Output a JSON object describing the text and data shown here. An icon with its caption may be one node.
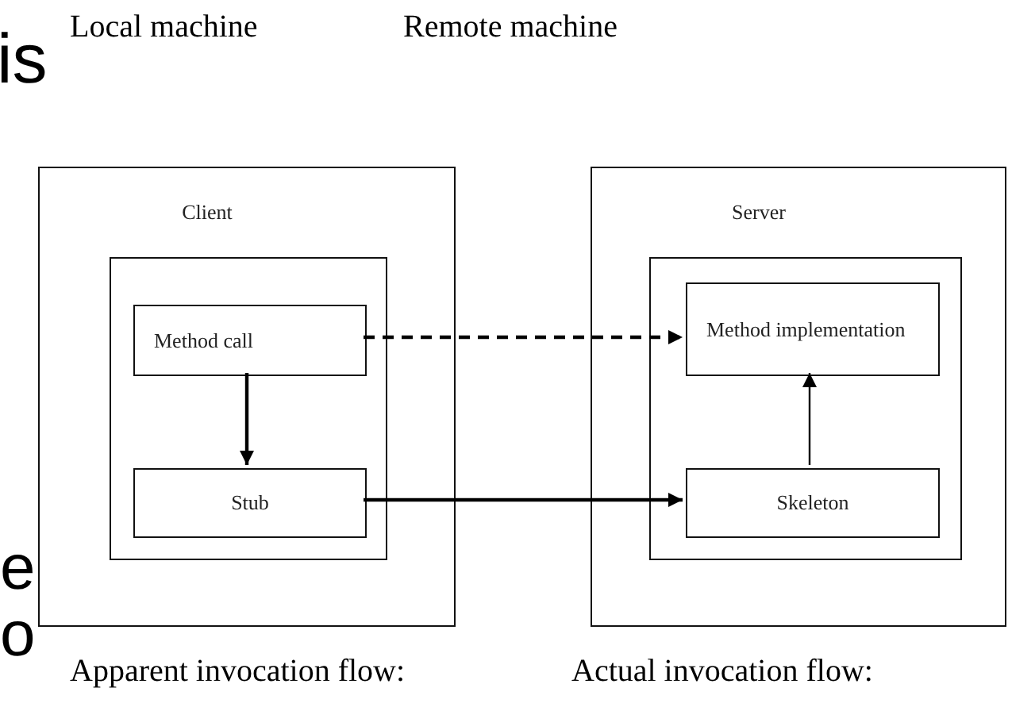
{
  "diagram": {
    "nodes": [
      {
        "text": [
          "Client"
        ]
      },
      {
        "text": [],
        "shape": "box",
        "in": 0
      },
      {
        "text": [
          "Method call"
        ],
        "in": 1
      },
      {
        "text": [
          "Stub"
        ],
        "in": 1
      },
      {
        "text": [
          "Server"
        ]
      },
      {
        "text": [],
        "shape": "box",
        "in": 4
      },
      {
        "text": [
          "Method implementation"
        ],
        "in": 5
      },
      {
        "text": [
          "Skeleton"
        ],
        "in": 5
      }
    ],
    "edges": [
      {
        "from": 2,
        "to": 3,
        "arrow": "to"
      },
      {
        "from": 2,
        "to": 6,
        "arrow": "to",
        "style": "dashed"
      },
      {
        "from": 3,
        "to": 7,
        "arrow": "to"
      },
      {
        "from": 7,
        "to": 6,
        "arrow": "to"
      }
    ],
    "labels": [
      "is",
      "Local machine",
      "Remote machine",
      "e",
      "o",
      "Apparent invocation flow:",
      "Actual invocation flow:"
    ]
  }
}
